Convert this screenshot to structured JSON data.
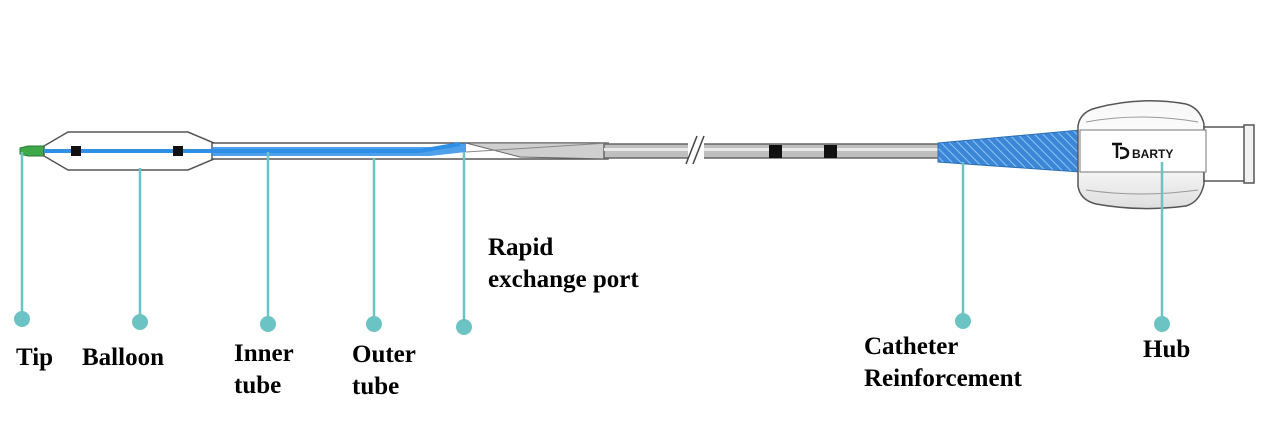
{
  "labels": {
    "tip": "Tip",
    "balloon": "Balloon",
    "inner_tube": [
      "Inner",
      "tube"
    ],
    "outer_tube": [
      "Outer",
      "tube"
    ],
    "rapid_exchange_port": [
      "Rapid",
      "exchange port"
    ],
    "catheter_reinforcement": [
      "Catheter",
      "Reinforcement"
    ],
    "hub": "Hub"
  },
  "hub_brand": "BARTY",
  "colors": {
    "leader": "#6cc3c3",
    "inner_lumen": "#2f8fe6",
    "tip": "#3ea84a",
    "reinforcement": "#3b86d6",
    "outline": "#555555",
    "marker": "#111111"
  }
}
